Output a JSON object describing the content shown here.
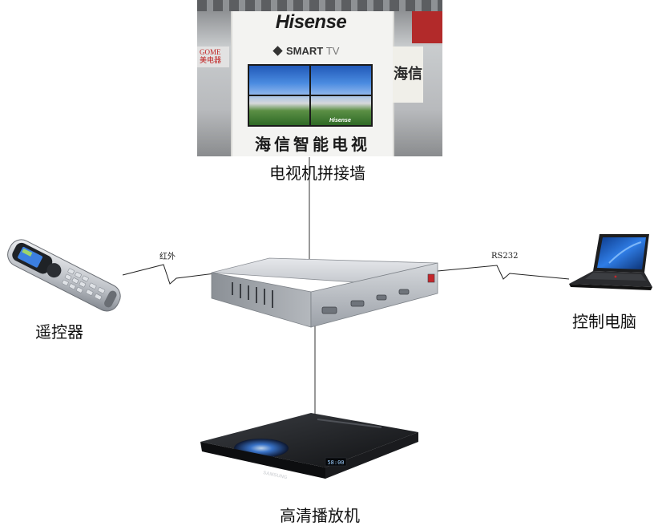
{
  "diagram": {
    "nodes": {
      "tv_wall": {
        "label": "电视机拼接墙"
      },
      "remote": {
        "label": "遥控器"
      },
      "pc": {
        "label": "控制电脑"
      },
      "player": {
        "label": "高清播放机"
      }
    },
    "edges": {
      "remote_link": {
        "label": "红外"
      },
      "pc_link": {
        "label": "RS232"
      }
    },
    "photo_text": {
      "tv_brand": "Hisense",
      "tv_smart_a": "SMART",
      "tv_smart_b": "TV",
      "tv_panel_brand": "Hisense",
      "tv_sign": "海信智能电视",
      "tv_side_sign": "海信",
      "store_sign_a": "GOME",
      "store_sign_b": "美电器",
      "player_brand": "SAMSUNG",
      "player_display": "58:00"
    }
  }
}
